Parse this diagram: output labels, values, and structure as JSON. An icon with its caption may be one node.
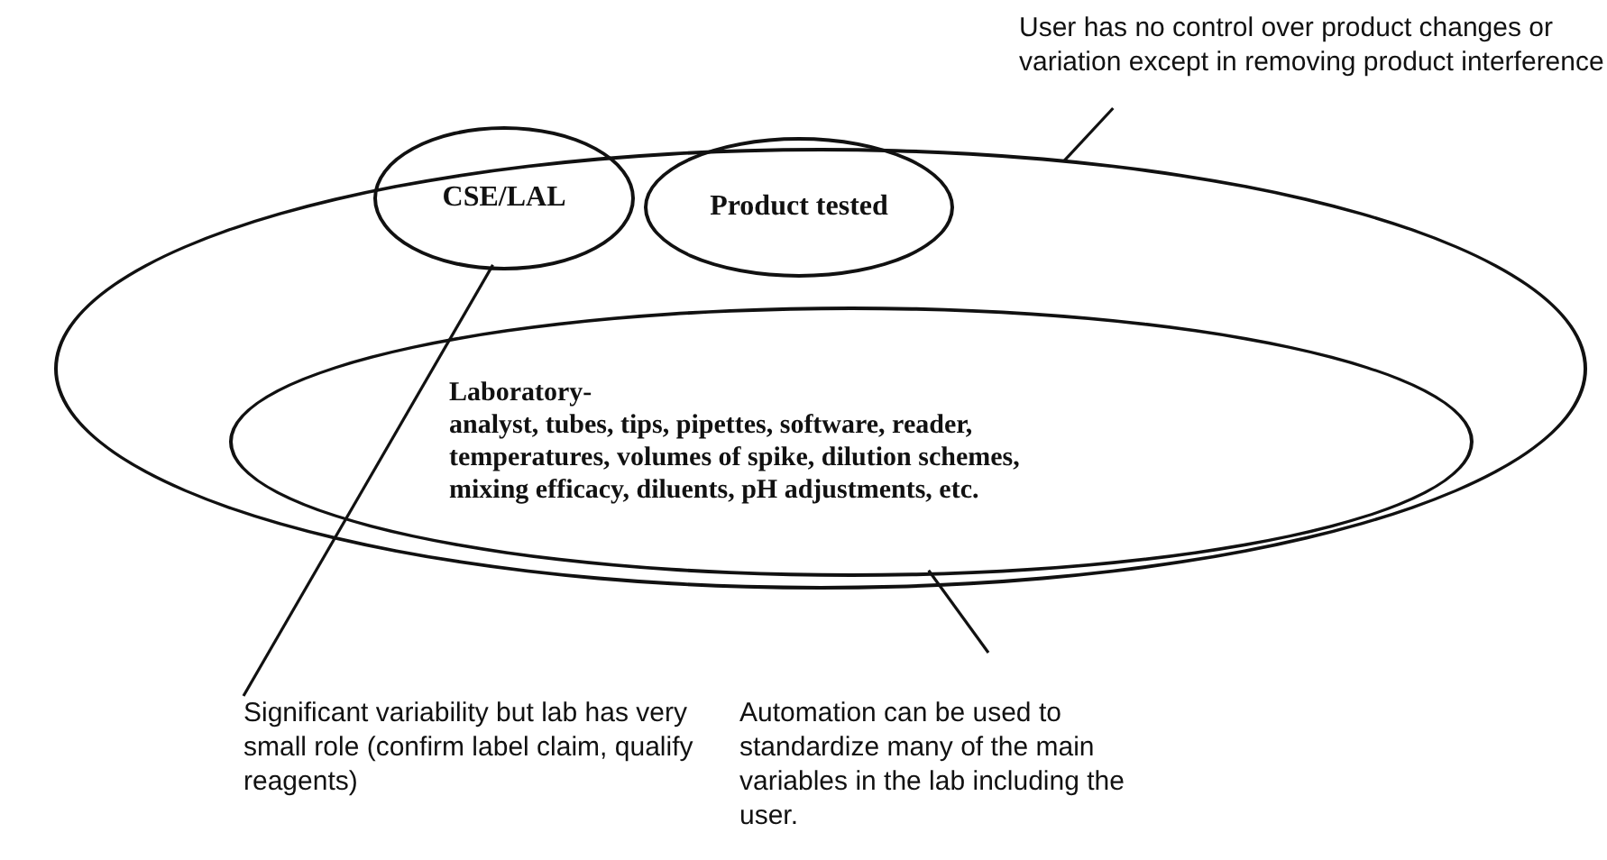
{
  "diagram": {
    "nodes": [
      {
        "text": [],
        "shape": "ellipse"
      },
      {
        "text": [
          "CSE/LAL"
        ],
        "in": 0
      },
      {
        "text": [
          "Product tested"
        ],
        "in": 0
      },
      {
        "text": [
          "Laboratory-",
          "analyst, tubes, tips, pipettes, software, reader, temperatures, volumes of spike, dilution schemes, mixing efficacy, diluents, pH adjustments, etc."
        ],
        "in": 0
      },
      {
        "text": [
          "User has no control over product changes or variation except in removing product interference"
        ]
      },
      {
        "text": [
          "Significant variability but lab has very small role (confirm label claim, qualify reagents)"
        ]
      },
      {
        "text": [
          "Automation can be used to standardize many of the main variables in the lab including the user."
        ]
      }
    ],
    "edges": [
      {
        "from": 4,
        "to": 0,
        "arrow": "none"
      },
      {
        "from": 5,
        "to": 1,
        "arrow": "none"
      },
      {
        "from": 6,
        "to": 3,
        "arrow": "none"
      }
    ]
  }
}
